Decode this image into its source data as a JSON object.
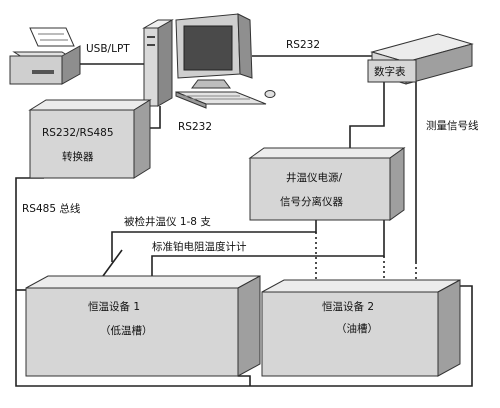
{
  "labels": {
    "usb_lpt": "USB/LPT",
    "rs232_top": "RS232",
    "rs232_pc": "RS232",
    "meter": "数字表",
    "converter_line1": "RS232/RS485",
    "converter_line2": "转换器",
    "signal_line": "测量信号线",
    "power_line1": "井温仪电源/",
    "power_line2": "信号分离仪器",
    "rs485_bus": "RS485 总线",
    "tested_devices": "被检井温仪 1-8 支",
    "reference_thermometer": "标准铂电阻温度计计",
    "bath1_line1": "恒温设备 1",
    "bath1_line2": "（低温槽）",
    "bath2_line1": "恒温设备 2",
    "bath2_line2": "（油槽）"
  }
}
